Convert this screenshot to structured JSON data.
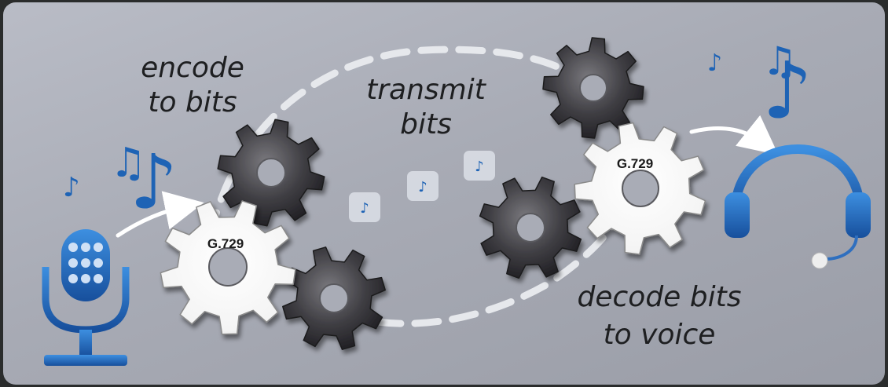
{
  "labels": {
    "encode": [
      "encode",
      "to bits"
    ],
    "transmit": [
      "transmit",
      "bits"
    ],
    "decode": [
      "decode bits",
      "to voice"
    ]
  },
  "codec": {
    "encoder": "G.729",
    "decoder": "G.729"
  },
  "icons": [
    "microphone-icon",
    "headphones-icon",
    "music-note-icon",
    "gear-icon",
    "bit-tile-icon"
  ],
  "colors": {
    "panel": "#a8abb5",
    "dark_gear": "#3a393d",
    "light_gear": "#ffffff",
    "accent_blue": "#1e63b5",
    "text": "#1e1f21",
    "dashed_path": "#e6e8ec"
  }
}
